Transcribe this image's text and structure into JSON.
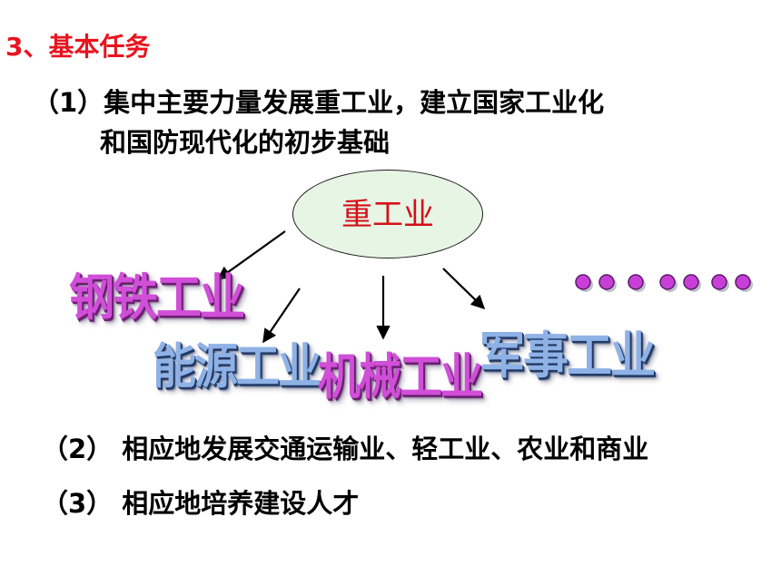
{
  "title": "3、基本任务",
  "points": {
    "p1_line1": "（1）集中主要力量发展重工业，建立国家工业化",
    "p1_line2": "和国防现代化的初步基础",
    "p2": "（2）  相应地发展交通运输业、轻工业、农业和商业",
    "p3": "（3）  相应地培养建设人才"
  },
  "diagram": {
    "center": "重工业",
    "branches": [
      "钢铁工业",
      "能源工业",
      "机械工业",
      "军事工业"
    ],
    "colors": {
      "title": "#e8141e",
      "center_text": "#d4101a",
      "oval_fill": "#e7f5e4",
      "purple": "#d14fd8",
      "blue": "#8fb2e6",
      "dots": "#c83fd8"
    },
    "dots_count": 7
  }
}
